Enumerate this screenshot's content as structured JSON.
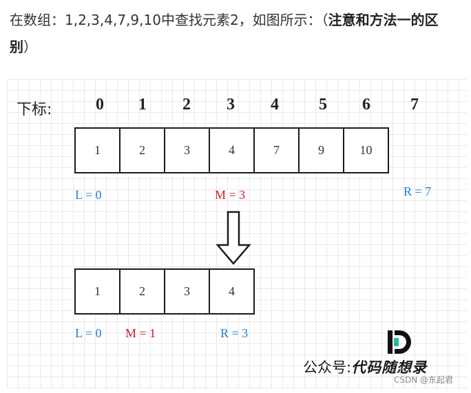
{
  "intro": {
    "text": "在数组：1,2,3,4,7,9,10中查找元素2，如图所示：（",
    "bold": "注意和方法一的区别",
    "close": "）"
  },
  "diagram": {
    "index_label": "下标:",
    "indices": [
      "0",
      "1",
      "2",
      "3",
      "4",
      "5",
      "6",
      "7"
    ],
    "array1": [
      "1",
      "2",
      "3",
      "4",
      "7",
      "9",
      "10"
    ],
    "array2": [
      "1",
      "2",
      "3",
      "4"
    ],
    "step1": {
      "L": "L = 0",
      "M": "M = 3",
      "R": "R = 7"
    },
    "step2": {
      "L": "L = 0",
      "M": "M = 1",
      "R": "R = 3"
    }
  },
  "watermark": {
    "logo": "D",
    "account_prefix": "公众号:",
    "account_name": "代码随想录",
    "csdn": "CSDN @东起君"
  },
  "colors": {
    "pointer_blue": "#1e7ed6",
    "pointer_red": "#d01a2a",
    "border": "#1a1a1a"
  }
}
